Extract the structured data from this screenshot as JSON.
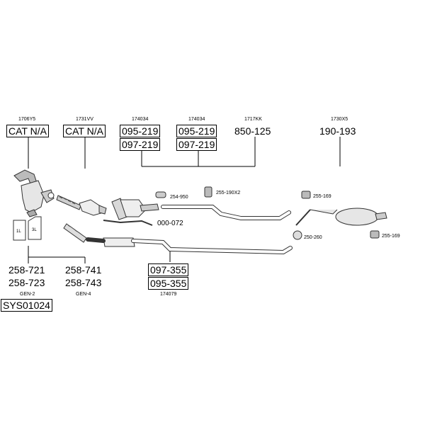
{
  "header_codes": {
    "col1": "1706Y5",
    "col2": "1731VV",
    "col3": "174034",
    "col4": "174034",
    "col5": "1717KK",
    "col6": "1730X5"
  },
  "boxes": {
    "cat1": "CAT N/A",
    "cat2": "CAT N/A",
    "p095_219_a": "095-219",
    "p097_219_a": "097-219",
    "p095_219_b": "095-219",
    "p097_219_b": "097-219",
    "p097_355": "097-355",
    "p095_355": "095-355",
    "sys": "SYS01024"
  },
  "parts": {
    "p850_125": "850-125",
    "p190_193": "190-193",
    "p258_721": "258-721",
    "p258_723": "258-723",
    "p258_741": "258-741",
    "p258_743": "258-743"
  },
  "labels": {
    "gen2": "GEN-2",
    "gen4": "GEN-4",
    "code174079": "174079",
    "c254_950": "254-950",
    "c255_190x2": "255-190X2",
    "c000_072": "000-072",
    "c255_169_a": "255-169",
    "c250_260": "250-260",
    "c255_169_b": "255-169",
    "bottle_1l": "1L",
    "bottle_3l": "3L"
  }
}
